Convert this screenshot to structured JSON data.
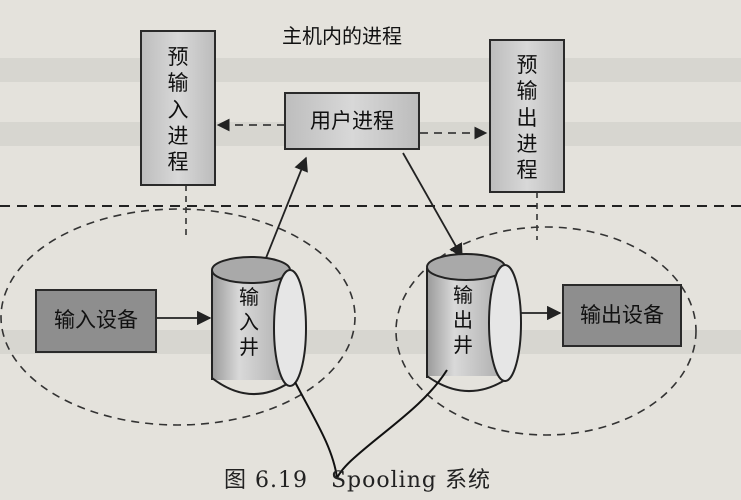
{
  "diagram": {
    "header": "主机内的进程",
    "pre_input_process": "预输入进程",
    "pre_output_process": "预输出进程",
    "user_process": "用户进程",
    "input_device": "输入设备",
    "output_device": "输出设备",
    "input_well": "输入井",
    "output_well": "输出井",
    "caption": "图 6.19　Spooling 系统"
  }
}
